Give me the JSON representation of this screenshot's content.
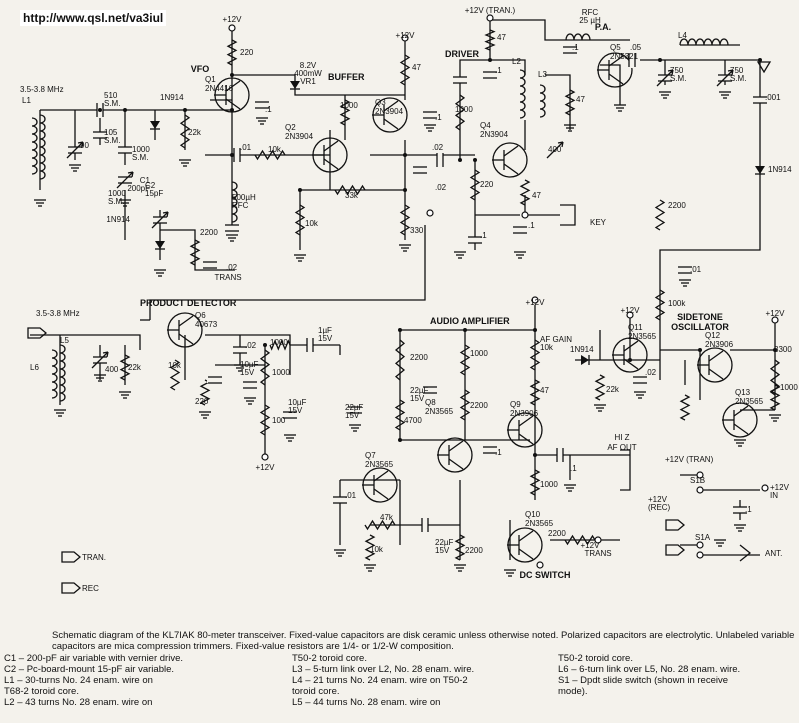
{
  "url": "http://www.qsl.net/va3iul",
  "blocks": {
    "vfo": "VFO",
    "buffer": "BUFFER",
    "driver": "DRIVER",
    "pa": "P.A.",
    "product_detector": "PRODUCT DETECTOR",
    "audio_amplifier": "AUDIO AMPLIFIER",
    "sidetone": "SIDETONE",
    "oscillator": "OSCILLATOR",
    "dc_switch": "DC SWITCH",
    "key": "KEY",
    "hiz": "HI Z",
    "af_out": "AF OUT",
    "ant": "ANT.",
    "tran_legend": "TRAN.",
    "rec_legend": "REC"
  },
  "parts": {
    "q1": [
      "Q1",
      "2N4416"
    ],
    "q2": [
      "Q2",
      "2N3904"
    ],
    "q3": [
      "Q3",
      "2N3904"
    ],
    "q4": [
      "Q4",
      "2N3904"
    ],
    "q5": [
      "Q5",
      "2N5321"
    ],
    "q6": [
      "Q6",
      "40673"
    ],
    "q7": [
      "Q7",
      "2N3565"
    ],
    "q8": [
      "Q8",
      "2N3565"
    ],
    "q9": [
      "Q9",
      "2N3906"
    ],
    "q10": [
      "Q10",
      "2N3565"
    ],
    "q11": [
      "Q11",
      "2N3565"
    ],
    "q12": [
      "Q12",
      "2N3906"
    ],
    "q13": [
      "Q13",
      "2N3565"
    ],
    "vr1": [
      "8.2V",
      "400mW",
      "VR1"
    ],
    "rfc": [
      "RFC",
      "25 µH"
    ],
    "rfc500": [
      "500µH",
      "RFC"
    ],
    "l1": "L1",
    "l2": "L2",
    "l3": "L3",
    "l4": "L4",
    "l5": "L5",
    "l6": "L6",
    "c1": [
      "C1",
      "200pF"
    ],
    "c2": [
      "C2",
      "15pF"
    ],
    "s1a": "S1A",
    "s1b": "S1B",
    "diode": "1N914",
    "freq": "3.5-3.8 MHz",
    "vcc": "+12V",
    "vcc_tran": "+12V (TRAN.)",
    "vcc_in": [
      "+12V",
      "IN"
    ],
    "vcc_rec": [
      "+12V",
      "(REC)"
    ],
    "v12_tran": [
      "+12V (TRAN)"
    ],
    "trans": "TRANS",
    "af_gain": [
      "AF GAIN",
      "10k"
    ],
    "values": {
      "r220": "220",
      "r47": "47",
      "r1000": "1000",
      "r10k": "10k",
      "r22k": "22k",
      "r33k": "33k",
      "r330": "330",
      "r2200": "2200",
      "r100k": "100k",
      "r4700": "4700",
      "r47k": "47k",
      "r100": "100",
      "r3300": "3300",
      "r400": "400",
      "r90": "90",
      "c01": ".01",
      "c1": ".1",
      "c02": ".02",
      "c05": ".05",
      "c001": ".001",
      "c510": [
        "510",
        "S.M."
      ],
      "c105": [
        "105",
        "S.M."
      ],
      "c1000": [
        "1000",
        "S.M."
      ],
      "c750": [
        "750",
        "S.M."
      ],
      "c1uf": [
        "1µF",
        "15V"
      ],
      "c10uf": [
        "10µF",
        "15V"
      ],
      "c22uf": [
        "22µF",
        "15V"
      ]
    }
  },
  "caption": {
    "intro": "Schematic diagram of the KL7IAK 80-meter transceiver. Fixed-value capacitors are disk ceramic unless otherwise noted. Polarized capacitors are electrolytic. Unlabeled variable capacitors are mica compression trimmers. Fixed-value resistors are 1/4- or 1/2-W composition.",
    "col1": [
      "C1 – 200-pF air variable with vernier drive.",
      "C2 – Pc-board-mount 15-pF air variable.",
      "L1 – 30-turns No. 24 enam. wire on",
      "      T68-2 toroid core.",
      "L2 – 43 turns No. 28 enam. wire on"
    ],
    "col2": [
      "T50-2 toroid core.",
      "L3 – 5-turn link over L2, No. 28 enam. wire.",
      "L4 – 21 turns No. 24 enam. wire on T50-2",
      "      toroid core.",
      "L5 – 44 turns No. 28 enam. wire on"
    ],
    "col3": [
      "T50-2 toroid core.",
      "L6 – 6-turn link over L5, No. 28 enam. wire.",
      "S1 – Dpdt slide switch (shown in receive",
      "      mode)."
    ]
  }
}
